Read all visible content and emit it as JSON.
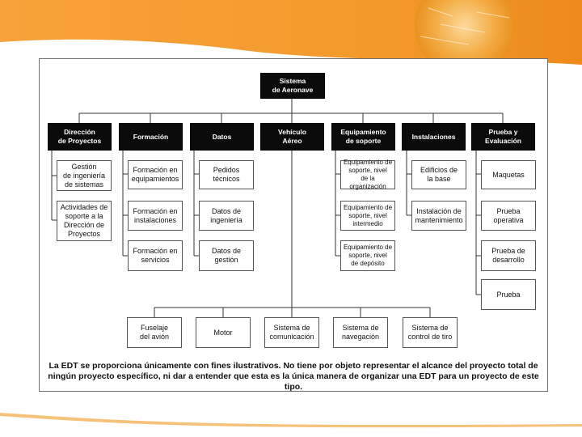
{
  "diagram": {
    "root": "Sistema\nde Aeronave",
    "categories": [
      "Dirección\nde Proyectos",
      "Formación",
      "Datos",
      "Vehículo\nAéreo",
      "Equipamiento\nde soporte",
      "Instalaciones",
      "Prueba y\nEvaluación"
    ],
    "children": {
      "direccion": [
        "Gestión\nde ingeniería\nde sistemas",
        "Actividades de\nsoporte a la\nDirección de\nProyectos"
      ],
      "formacion": [
        "Formación en\nequipamientos",
        "Formación en\ninstalaciones",
        "Formación en\nservicios"
      ],
      "datos": [
        "Pedidos\ntécnicos",
        "Datos de\ningeniería",
        "Datos de\ngestión"
      ],
      "equipamiento": [
        "Equipamiento de\nsoporte, nivel\nde la organización",
        "Equipamiento de\nsoporte, nivel\nintermedio",
        "Equipamiento de\nsoporte, nivel\nde depósito"
      ],
      "instalaciones": [
        "Edificios de\nla base",
        "Instalación de\nmantenimiento"
      ],
      "prueba": [
        "Maquetas",
        "Prueba\noperativa",
        "Prueba de\ndesarrollo",
        "Prueba"
      ],
      "vehiculo": [
        "Fuselaje\ndel avión",
        "Motor",
        "Sistema de\ncomunicación",
        "Sistema de\nnavegación",
        "Sistema de\ncontrol de tiro"
      ]
    },
    "note": "La EDT se proporciona únicamente con fines ilustrativos. No tiene por objeto representar el alcance del proyecto total de ningún proyecto específico, ni dar a entender que esta es la única manera de organizar una EDT para un proyecto de este tipo."
  }
}
